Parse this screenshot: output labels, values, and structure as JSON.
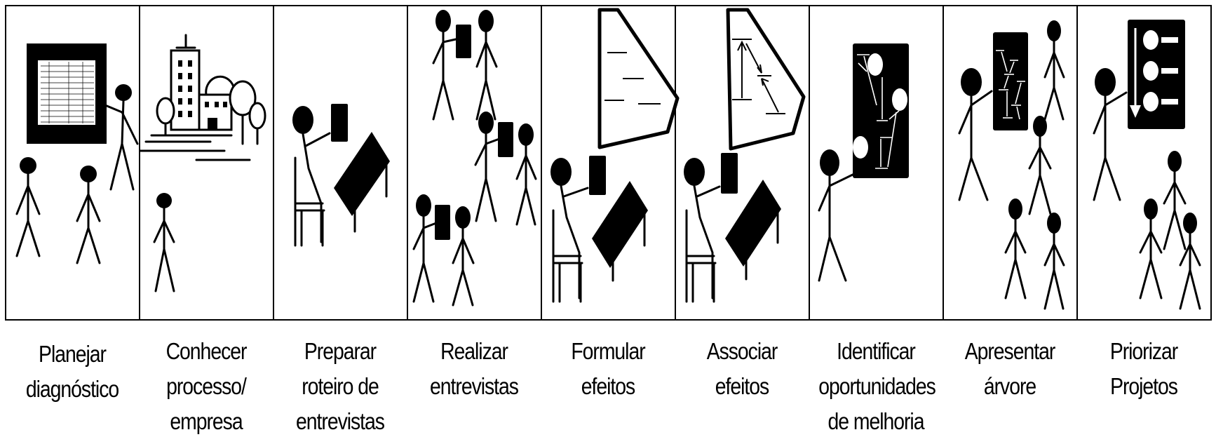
{
  "colors": {
    "ink": "#000000",
    "paper": "#ffffff"
  },
  "steps": [
    {
      "label": "Planejar\ndiagnóstico",
      "icon": "presentation-icon"
    },
    {
      "label": "Conhecer\nprocesso/\nempresa",
      "icon": "company-building-icon"
    },
    {
      "label": "Preparar\nroteiro de\nentrevistas",
      "icon": "person-at-desk-icon"
    },
    {
      "label": "Realizar\nentrevistas",
      "icon": "interview-pairs-icon"
    },
    {
      "label": "Formular\nefeitos",
      "icon": "effects-board-icon"
    },
    {
      "label": "Associar\nefeitos",
      "icon": "associated-effects-board-icon"
    },
    {
      "label": "Identificar\noportunidades\nde melhoria",
      "icon": "effect-tree-board-icon"
    },
    {
      "label": "Apresentar\nárvore",
      "icon": "tree-presentation-icon"
    },
    {
      "label": "Priorizar\nProjetos",
      "icon": "prioritized-list-icon"
    }
  ]
}
